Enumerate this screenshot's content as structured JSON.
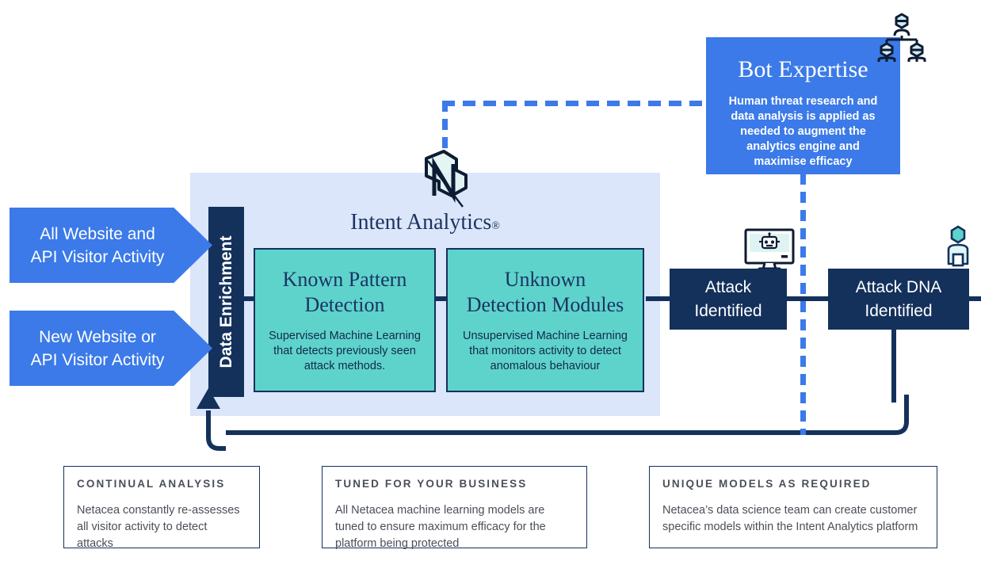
{
  "inputs": [
    {
      "line1": "All  Website and",
      "line2": "API Visitor Activity"
    },
    {
      "line1": "New Website or",
      "line2": "API Visitor Activity"
    }
  ],
  "data_enrichment": {
    "label": "Data Enrichment"
  },
  "intent_analytics": {
    "title": "Intent Analytics",
    "registered_mark": "®",
    "logo_icon": "netacea-n-logo-icon",
    "modules": [
      {
        "title_line1": "Known Pattern",
        "title_line2": "Detection",
        "description": "Supervised Machine Learning that detects previously seen attack methods."
      },
      {
        "title_line1": "Unknown",
        "title_line2": "Detection Modules",
        "description": "Unsupervised Machine Learning that monitors activity to detect anomalous behaviour"
      }
    ]
  },
  "bot_expertise": {
    "title": "Bot Expertise",
    "description": "Human threat research and data analysis is applied as needed to augment the analytics engine and maximise efficacy",
    "icon": "team-people-icon"
  },
  "outcomes": [
    {
      "line1": "Attack",
      "line2": "Identified",
      "icon": "monitor-robot-icon"
    },
    {
      "line1": "Attack DNA",
      "line2": "Identified",
      "icon": "person-icon"
    }
  ],
  "notes": [
    {
      "heading": "CONTINUAL ANALYSIS",
      "body": "Netacea constantly re-assesses all visitor activity to detect attacks"
    },
    {
      "heading": "TUNED FOR YOUR BUSINESS",
      "body": "All Netacea machine learning models are tuned to ensure maximum efficacy for the platform being protected"
    },
    {
      "heading": "UNIQUE MODELS AS REQUIRED",
      "body": "Netacea’s data science team can create customer specific models within the Intent Analytics platform"
    }
  ],
  "colors": {
    "blue": "#3b7ae8",
    "navy": "#14315c",
    "teal": "#5ed3cc",
    "panel_blue": "#dbe6fa",
    "note_text": "#4a4f57",
    "white": "#ffffff"
  }
}
